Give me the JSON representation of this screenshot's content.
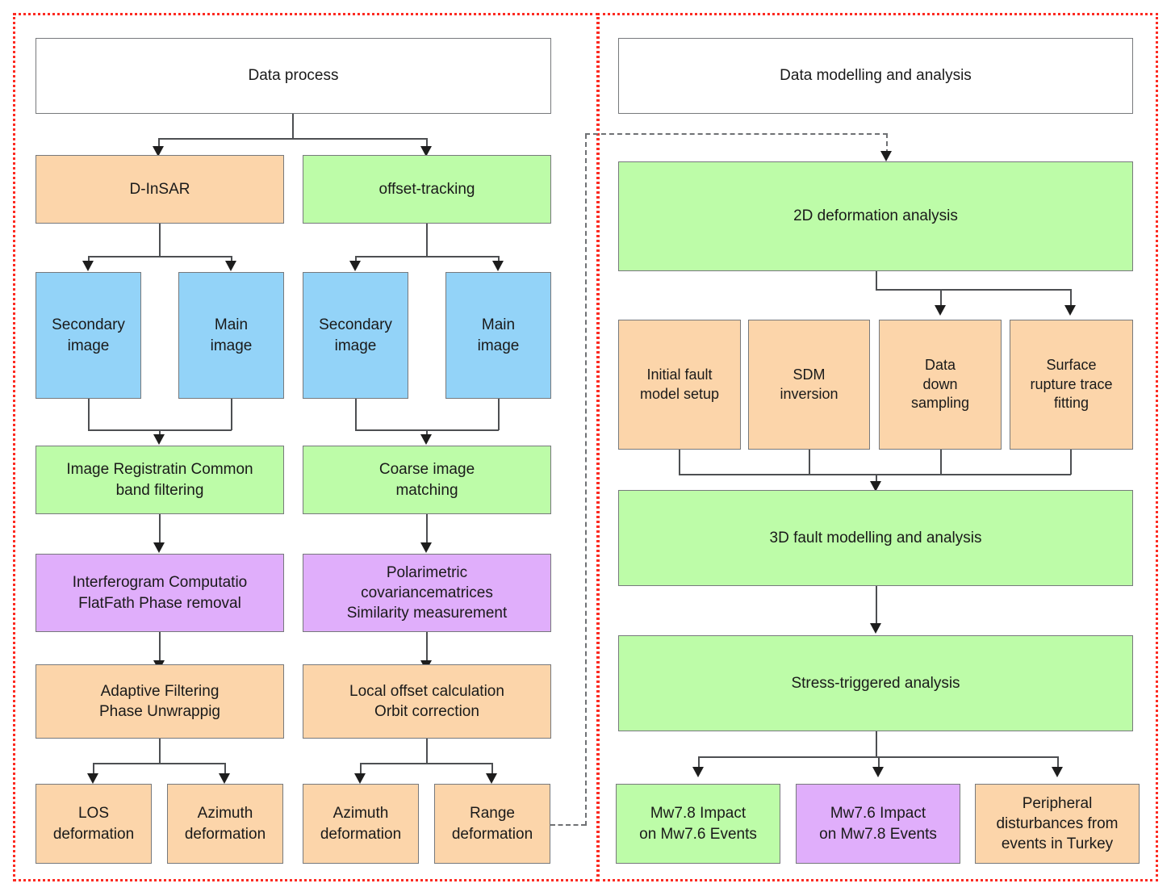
{
  "diagram": {
    "title_left": "Data process",
    "title_right": "Data modelling and analysis",
    "colors": {
      "panel_border": "#fc2b22",
      "node_border": "#77797c",
      "connector": "#4d4f52",
      "fill_white": "#ffffff",
      "fill_orange": "#fcd5aa",
      "fill_green": "#bdfca8",
      "fill_blue": "#93d3f8",
      "fill_purple": "#e0aefb"
    }
  },
  "left_panel": {
    "header": "Data process",
    "branch_insar": "D-InSAR",
    "branch_offset": "offset-tracking",
    "insar_secondary": "Secondary\nimage",
    "insar_main": "Main\nimage",
    "offset_secondary": "Secondary\nimage",
    "offset_main": "Main\nimage",
    "insar_step1": "Image Registratin Common\nband filtering",
    "offset_step1": "Coarse image\nmatching",
    "insar_step2": "Interferogram Computatio\nFlatFath Phase removal",
    "offset_step2": "Polarimetric\ncovariancematrices\nSimilarity measurement",
    "insar_step3": "Adaptive Filtering\nPhase Unwrappig",
    "offset_step3": "Local offset calculation\nOrbit correction",
    "insar_out1": "LOS\ndeformation",
    "insar_out2": "Azimuth\ndeformation",
    "offset_out1": "Azimuth\ndeformation",
    "offset_out2": "Range\ndeformation"
  },
  "right_panel": {
    "header": "Data modelling and analysis",
    "step_2d": "2D deformation analysis",
    "model_1": "Initial fault\nmodel setup",
    "model_2": "SDM\ninversion",
    "model_3": "Data\ndown\nsampling",
    "model_4": "Surface\nrupture trace\nfitting",
    "step_3d": "3D fault modelling and analysis",
    "step_stress": "Stress-triggered analysis",
    "out_1": "Mw7.8 Impact\non Mw7.6 Events",
    "out_2": "Mw7.6 Impact\non Mw7.8 Events",
    "out_3": "Peripheral\ndisturbances from\nevents in Turkey"
  }
}
